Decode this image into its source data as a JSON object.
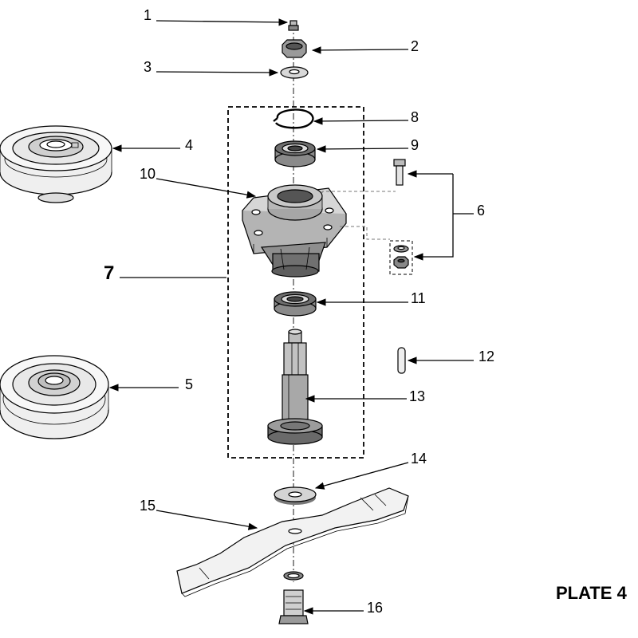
{
  "plate_title": "PLATE 4",
  "callouts": [
    "1",
    "2",
    "3",
    "4",
    "5",
    "6",
    "7",
    "8",
    "9",
    "10",
    "11",
    "12",
    "13",
    "14",
    "15",
    "16"
  ]
}
